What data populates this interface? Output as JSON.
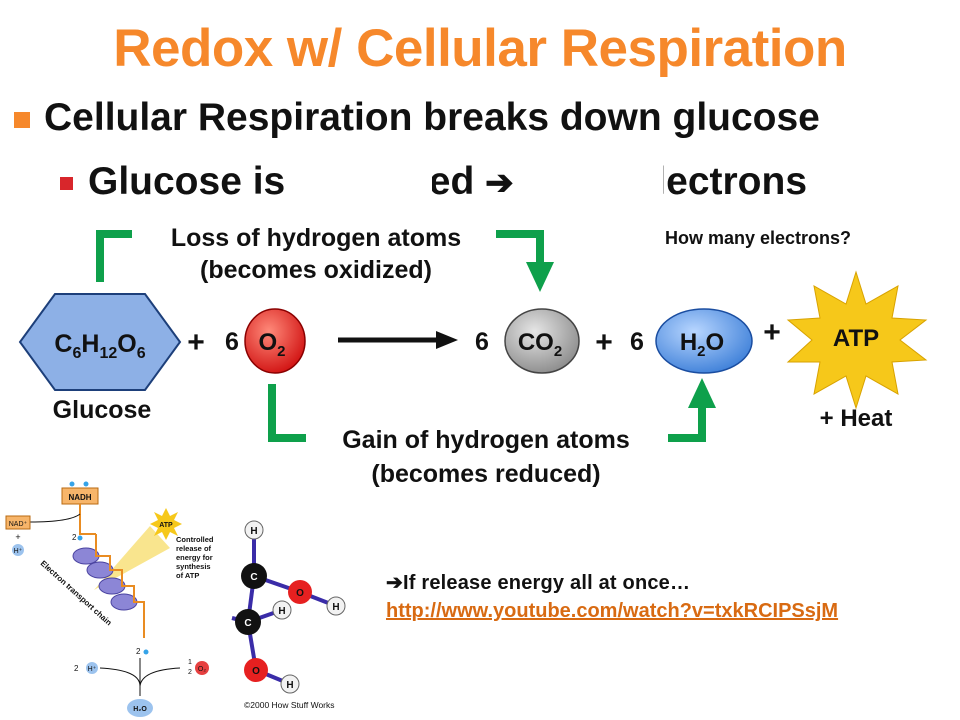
{
  "title": "Redox w/ Cellular Respiration",
  "bullet1": "Cellular Respiration breaks down glucose",
  "bullet2": {
    "start": "Glucose is",
    "middle": "zed",
    "end": "electrons"
  },
  "equation": {
    "loss_label_1": "Loss of hydrogen atoms",
    "loss_label_2": "(becomes oxidized)",
    "gain_label_1": "Gain of hydrogen atoms",
    "gain_label_2": "(becomes reduced)",
    "question": "How many electrons?",
    "glucose_label": "Glucose",
    "heat_label": "+ Heat",
    "atp": "ATP",
    "plus": "+",
    "coef": "6",
    "colors": {
      "green": "#0ea04b",
      "o2": "#e01d1d",
      "co2": "#9a9a9a",
      "h2o": "#4f8fe0",
      "glucose": "#8db0e6",
      "atp": "#f6c81a"
    }
  },
  "mini_diagram": {
    "nadh": "NADH",
    "nad": "NAD⁺",
    "plus": "+",
    "h_plus": "H⁺",
    "two_e": "2",
    "atp": "ATP",
    "controlled": [
      "Controlled",
      "release of",
      "energy for",
      "synthesis",
      "of ATP"
    ],
    "etc": "Electron transport chain",
    "two_h": "2",
    "h": "H⁺",
    "half": "1",
    "half_den": "2",
    "o2": "O₂",
    "h2o": "H₂O"
  },
  "molecule": {
    "c": "C",
    "o": "O",
    "h": "H",
    "credit": "©2000 How Stuff Works"
  },
  "note": "If release energy all at once…",
  "link": "http://www.youtube.com/watch?v=txkRCIPSsjM"
}
